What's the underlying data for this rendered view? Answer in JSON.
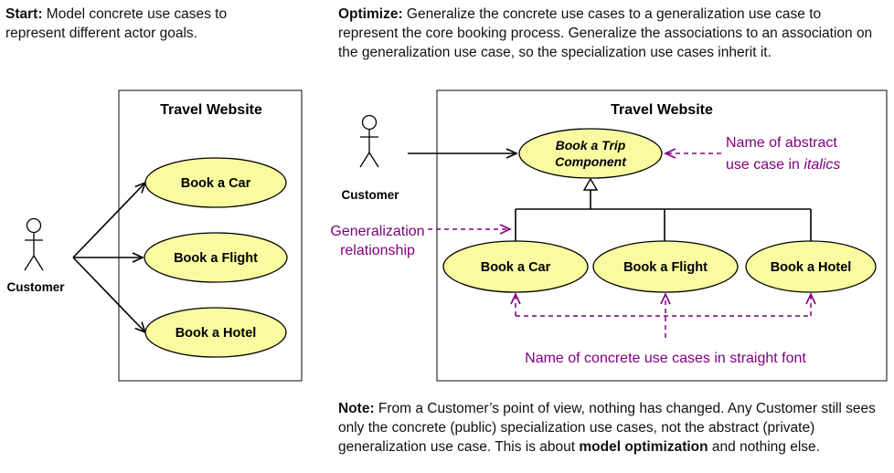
{
  "left": {
    "intro": {
      "lead": "Start:",
      "text": " Model concrete use cases to represent different actor goals."
    },
    "system_title": "Travel Website",
    "actor_label": "Customer",
    "use_cases": [
      "Book a Car",
      "Book a Flight",
      "Book a Hotel"
    ]
  },
  "right": {
    "intro": {
      "lead": "Optimize:",
      "text": " Generalize the concrete use cases to a generalization use case to represent the core booking process.  Generalize the associations to an association on the generalization use case, so the specialization use cases inherit it."
    },
    "system_title": "Travel Website",
    "actor_label": "Customer",
    "abstract_use_case": {
      "line1": "Book a Trip",
      "line2": "Component"
    },
    "use_cases": [
      "Book a Car",
      "Book a Flight",
      "Book a Hotel"
    ],
    "annotations": {
      "abstract_line1": "Name of abstract",
      "abstract_line2_prefix": "use case in ",
      "abstract_line2_em": "italics",
      "generalization_line1": "Generalization",
      "generalization_line2": "relationship",
      "concrete": "Name of concrete use cases in straight font"
    }
  },
  "note": {
    "lead": "Note:",
    "text1": " From a Customer’s point of view, nothing has changed.  Any Customer still sees only the concrete (public) specialization use cases, not the abstract (private) generalization use case.  This is about ",
    "emph": "model optimization",
    "text2": " and nothing else."
  },
  "colors": {
    "use_case_fill": "#fafaa0",
    "annotation": "#800080",
    "line": "#000000"
  }
}
